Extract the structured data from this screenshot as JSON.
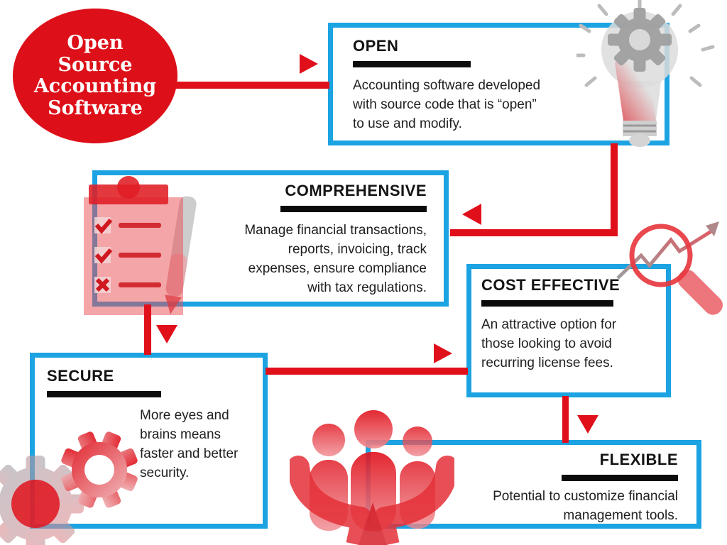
{
  "palette": {
    "accent_red": "#e0101b",
    "accent_blue": "#1ca3e2",
    "bar_black": "#0c0c0c",
    "bubble_red": "#dd1019"
  },
  "bubble": {
    "lines": [
      "Open",
      "Source",
      "Accounting",
      "Software"
    ]
  },
  "nodes": {
    "open": {
      "title": "OPEN",
      "body": "Accounting software developed\nwith source code that is “open”\nto use and modify."
    },
    "comprehensive": {
      "title": "COMPREHENSIVE",
      "body": "Manage financial transactions,\nreports, invoicing, track\nexpenses, ensure compliance\nwith tax regulations."
    },
    "cost_effective": {
      "title": "COST EFFECTIVE",
      "body": "An attractive option for\nthose looking to avoid\nrecurring license fees."
    },
    "secure": {
      "title": "SECURE",
      "body": "More eyes and\nbrains means\nfaster and better\nsecurity."
    },
    "flexible": {
      "title": "FLEXIBLE",
      "body": "Potential to customize financial\nmanagement tools."
    }
  },
  "icons": [
    "lightbulb-gear-icon",
    "clipboard-checklist-icon",
    "magnifier-growth-chart-icon",
    "gears-icon",
    "people-in-hands-icon"
  ]
}
